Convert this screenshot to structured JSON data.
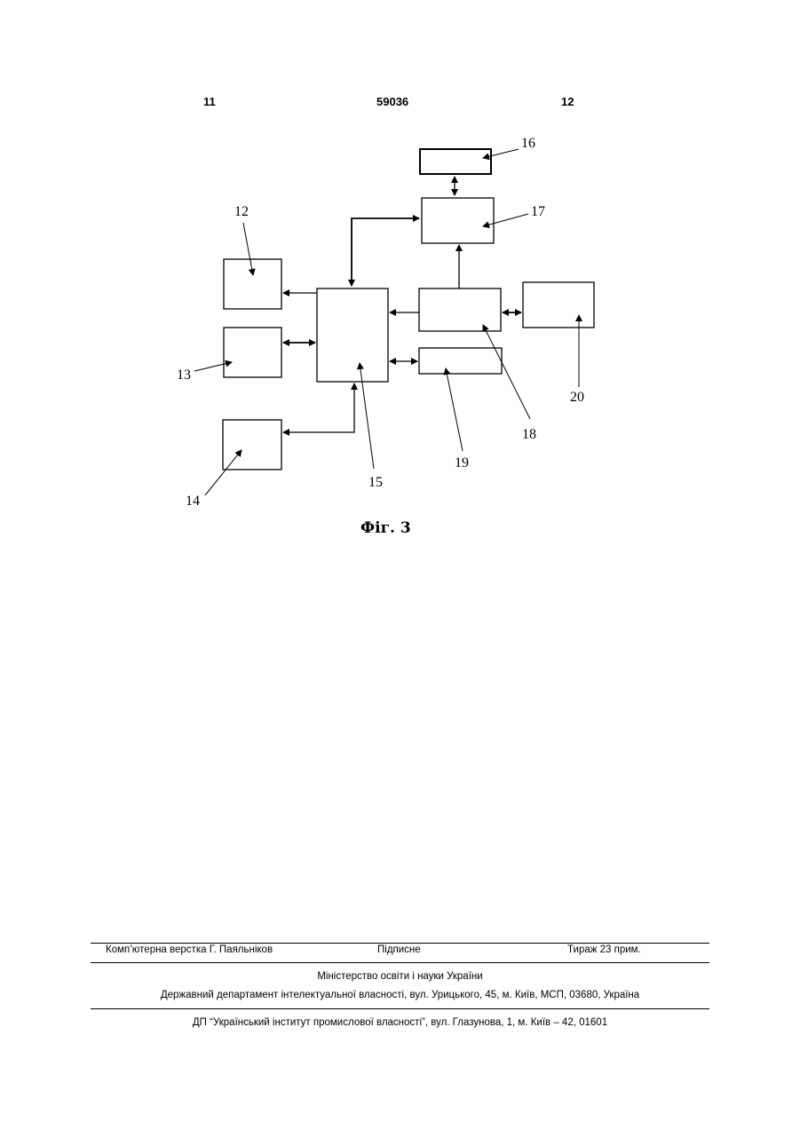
{
  "header": {
    "left_page": "11",
    "patent_number": "59036",
    "right_page": "12"
  },
  "figure": {
    "caption": "Фіг. 3",
    "blocks": {
      "b12": "12",
      "b13": "13",
      "b14": "14",
      "b15": "15",
      "b16": "16",
      "b17": "17",
      "b18": "18",
      "b19": "19",
      "b20": "20"
    }
  },
  "footer": {
    "layout_credit": "Комп’ютерна верстка Г. Паяльніков",
    "signed": "Підписне",
    "circulation": "Тираж 23 прим.",
    "ministry": "Міністерство освіти і науки України",
    "department": "Державний департамент інтелектуальної власності, вул. Урицького, 45, м. Київ, МСП, 03680, Україна",
    "institute": "ДП “Український інститут промислової власності”, вул. Глазунова, 1, м. Київ – 42, 01601"
  }
}
